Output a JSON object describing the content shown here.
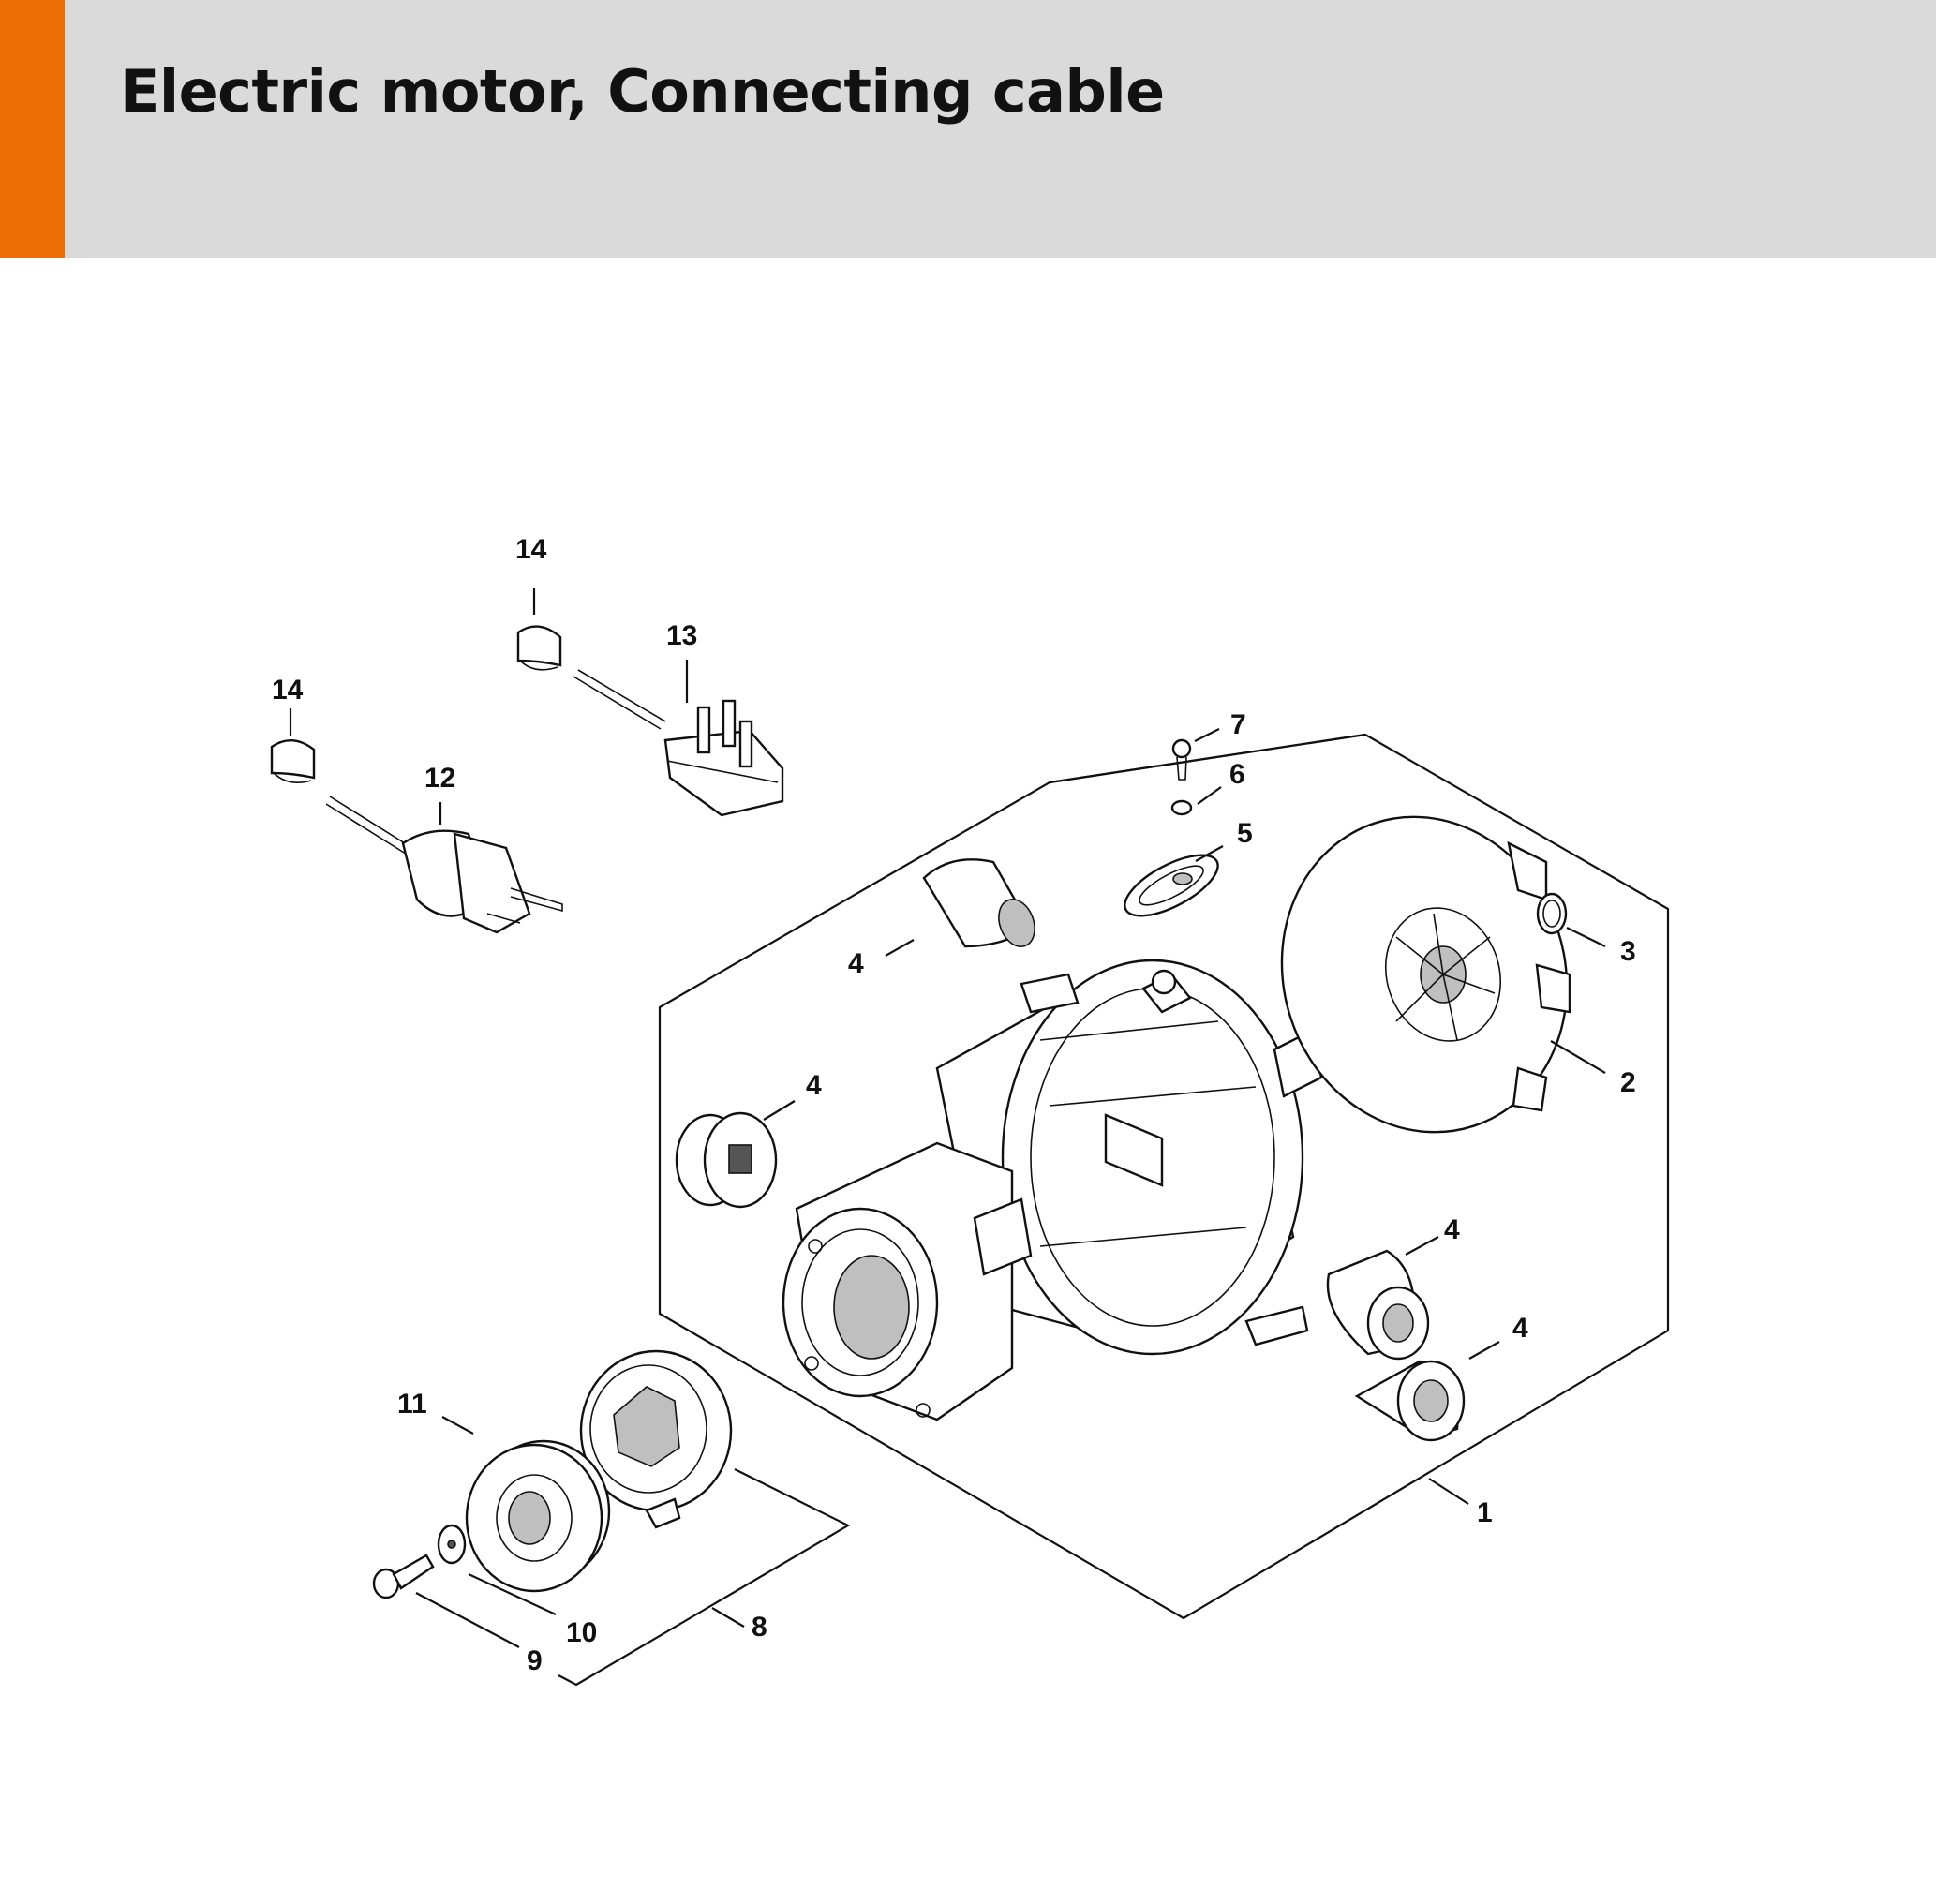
{
  "header": {
    "title": "Electric motor, Connecting cable",
    "band_color": "#d9dad9",
    "accent_color": "#ec6d06"
  },
  "diagram": {
    "callouts": [
      {
        "id": "1",
        "label": "1"
      },
      {
        "id": "2",
        "label": "2"
      },
      {
        "id": "3",
        "label": "3"
      },
      {
        "id": "4a",
        "label": "4"
      },
      {
        "id": "4b",
        "label": "4"
      },
      {
        "id": "4c",
        "label": "4"
      },
      {
        "id": "4d",
        "label": "4"
      },
      {
        "id": "5",
        "label": "5"
      },
      {
        "id": "6",
        "label": "6"
      },
      {
        "id": "7",
        "label": "7"
      },
      {
        "id": "8",
        "label": "8"
      },
      {
        "id": "9",
        "label": "9"
      },
      {
        "id": "10",
        "label": "10"
      },
      {
        "id": "11",
        "label": "11"
      },
      {
        "id": "12",
        "label": "12"
      },
      {
        "id": "13",
        "label": "13"
      },
      {
        "id": "14a",
        "label": "14"
      },
      {
        "id": "14b",
        "label": "14"
      }
    ]
  }
}
